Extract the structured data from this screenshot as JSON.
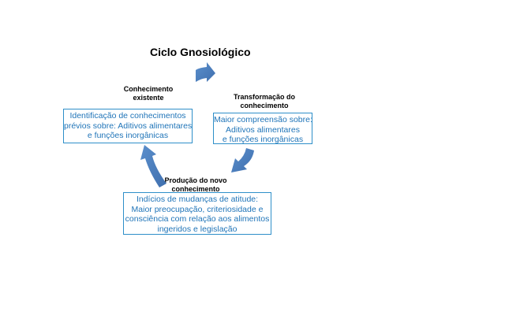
{
  "title": "Ciclo Gnosiológico",
  "nodes": {
    "existing": {
      "label_lines": [
        "Conhecimento",
        "existente"
      ],
      "text_lines": [
        "Identificação de conhecimentos",
        "prévios sobre:  Aditivos alimentares",
        "e funções inorgânicas"
      ]
    },
    "transformation": {
      "label_lines": [
        "Transformação do",
        "conhecimento"
      ],
      "text_lines": [
        "Maior compreensão sobre:",
        "Aditivos alimentares",
        "e funções inorgânicas"
      ]
    },
    "production": {
      "label_lines": [
        "Produção do novo",
        "conhecimento"
      ],
      "text_lines": [
        "Indícios de mudanças de atitude:",
        "Maior preocupação, criteriosidade e",
        "consciência com relação aos alimentos",
        "ingeridos e legislação"
      ]
    }
  },
  "colors": {
    "arrow": "#4f81bd",
    "box_border": "#2e8fc9",
    "box_text": "#1f74b8"
  }
}
